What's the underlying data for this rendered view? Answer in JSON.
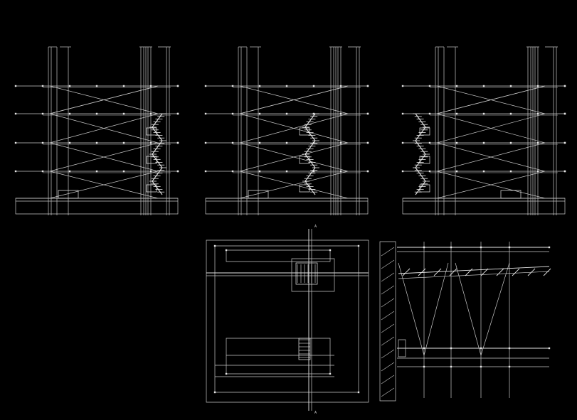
{
  "drawing": {
    "background": "#000000",
    "line_color": "#c8c8c8",
    "bright_color": "#e6e6e6",
    "views": [
      {
        "id": "elevation-1",
        "kind": "scaffold-elevation",
        "stair_side": "right",
        "levels": 4
      },
      {
        "id": "elevation-2",
        "kind": "scaffold-elevation",
        "stair_side": "center",
        "levels": 4
      },
      {
        "id": "elevation-3",
        "kind": "scaffold-elevation",
        "stair_side": "left",
        "levels": 4
      },
      {
        "id": "plan-view",
        "kind": "plan"
      },
      {
        "id": "side-section",
        "kind": "section"
      }
    ],
    "plan_labels": {
      "top": "A",
      "bottom": "A"
    }
  }
}
